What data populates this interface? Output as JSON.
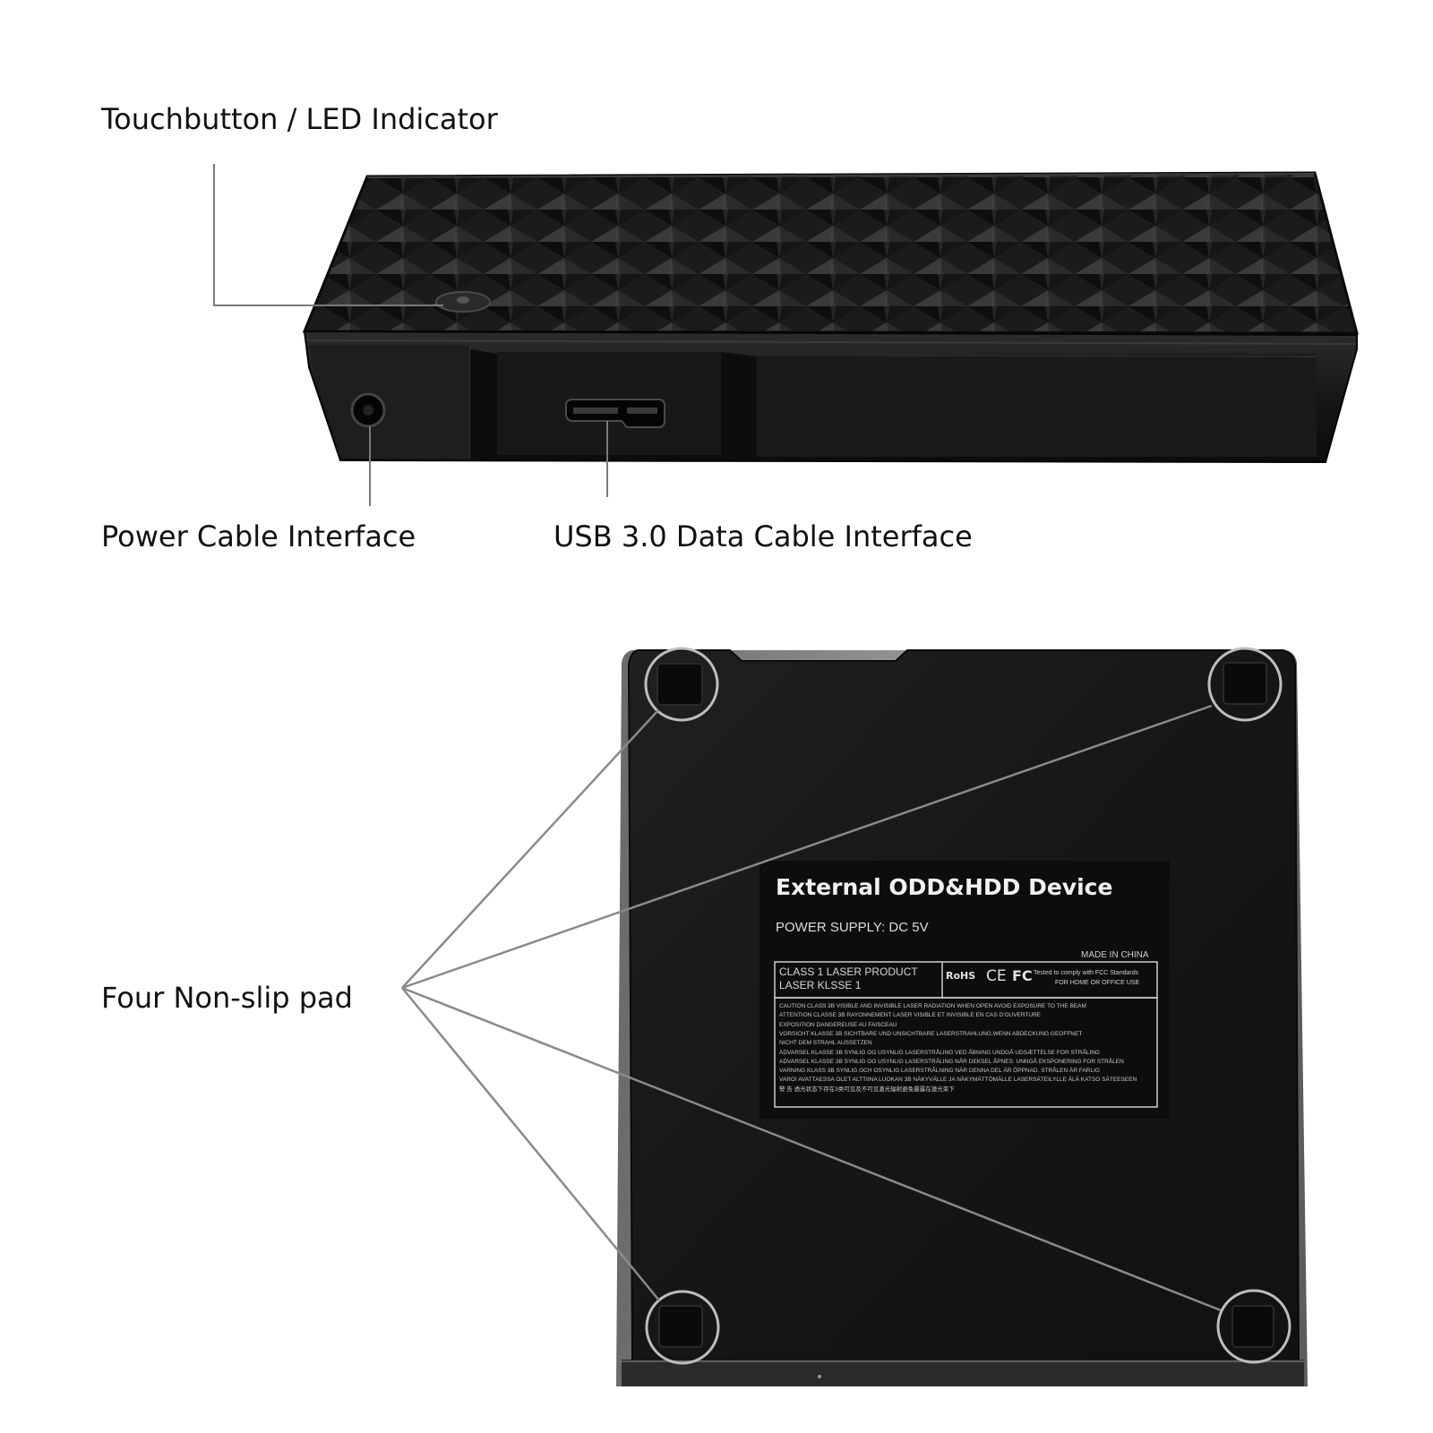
{
  "callouts": {
    "touchbutton": "Touchbutton / LED Indicator",
    "power_interface": "Power Cable Interface",
    "usb_interface": "USB 3.0 Data Cable Interface",
    "non_slip_pads": "Four Non-slip pad"
  },
  "sticker": {
    "title": "External ODD&HDD Device",
    "power_supply": "POWER SUPPLY: DC  5V",
    "made_in": "MADE IN CHINA",
    "class_line": "CLASS 1 LASER PRODUCT",
    "laser_line": "LASER KLSSE 1",
    "rohs": "RoHS",
    "ce": "CE",
    "fc": "FC",
    "fcc_tested": "Tested to comply with FCC Standards",
    "fcc_use": "FOR HOME OR OFFICE USE",
    "warnings": [
      "CAUTION     CLASS 3B VISIBLE AND INVISIBLE LASER RADIATION WHEN OPEN AVOID EXPOSURE TO THE BEAM",
      "ATTENTION   CLASSE 3B RAYONNEMENT LASER VISIBLE ET INVISIBLE EN CAS D'OUVERTURE",
      "                 EXPOSITION DANGEREUSE AU FAISCEAU",
      "VORSICHT    KLASSE 3B SICHTBARE UND UNSICHTBARE LASERSTRAHLUNG,WENN ABDECKUNG GEOFFNET",
      "                 NICHT DEM STRAHL AUSSETZEN",
      "ADVARSEL   KLASSE 3B SYNLIG OG USYNLIG LASERSTRÅLING VED ÅBNING UNDGÅ UDSÆTTELSE FOR STRÅLING",
      "ADVARSEL   KLASSE 3B SYNLIG OG USYNLIG LASERSTRÅLING NÅR DEKSEL ÅPNES. UNNGÅ EKSPONERING FOR STRÅLEN",
      "VARNING     KLASS 3B SYNLIG OCH OSYNLIG LASERSTRÅLNING NÄR DENNA DEL ÄR ÖPPNAD. STRÅLEN ÄR FARLIG",
      "VARO!         AVATTAESSA OLET ALTTIINA LUOKAN 3B NÄKYVÄLLE JA NÄKYMÄTTÖMÄLLE LASERSÄTEILYLLE ÄLÄ KATSO SÄTEESEEN",
      "警 告         透光状态下存在3类可见及不可见激光辐射避免暴露在激光束下"
    ]
  },
  "colors": {
    "background": "#ffffff",
    "device_body": "#141414",
    "callout_line": "#7a7a7a",
    "label_text": "#111111"
  }
}
